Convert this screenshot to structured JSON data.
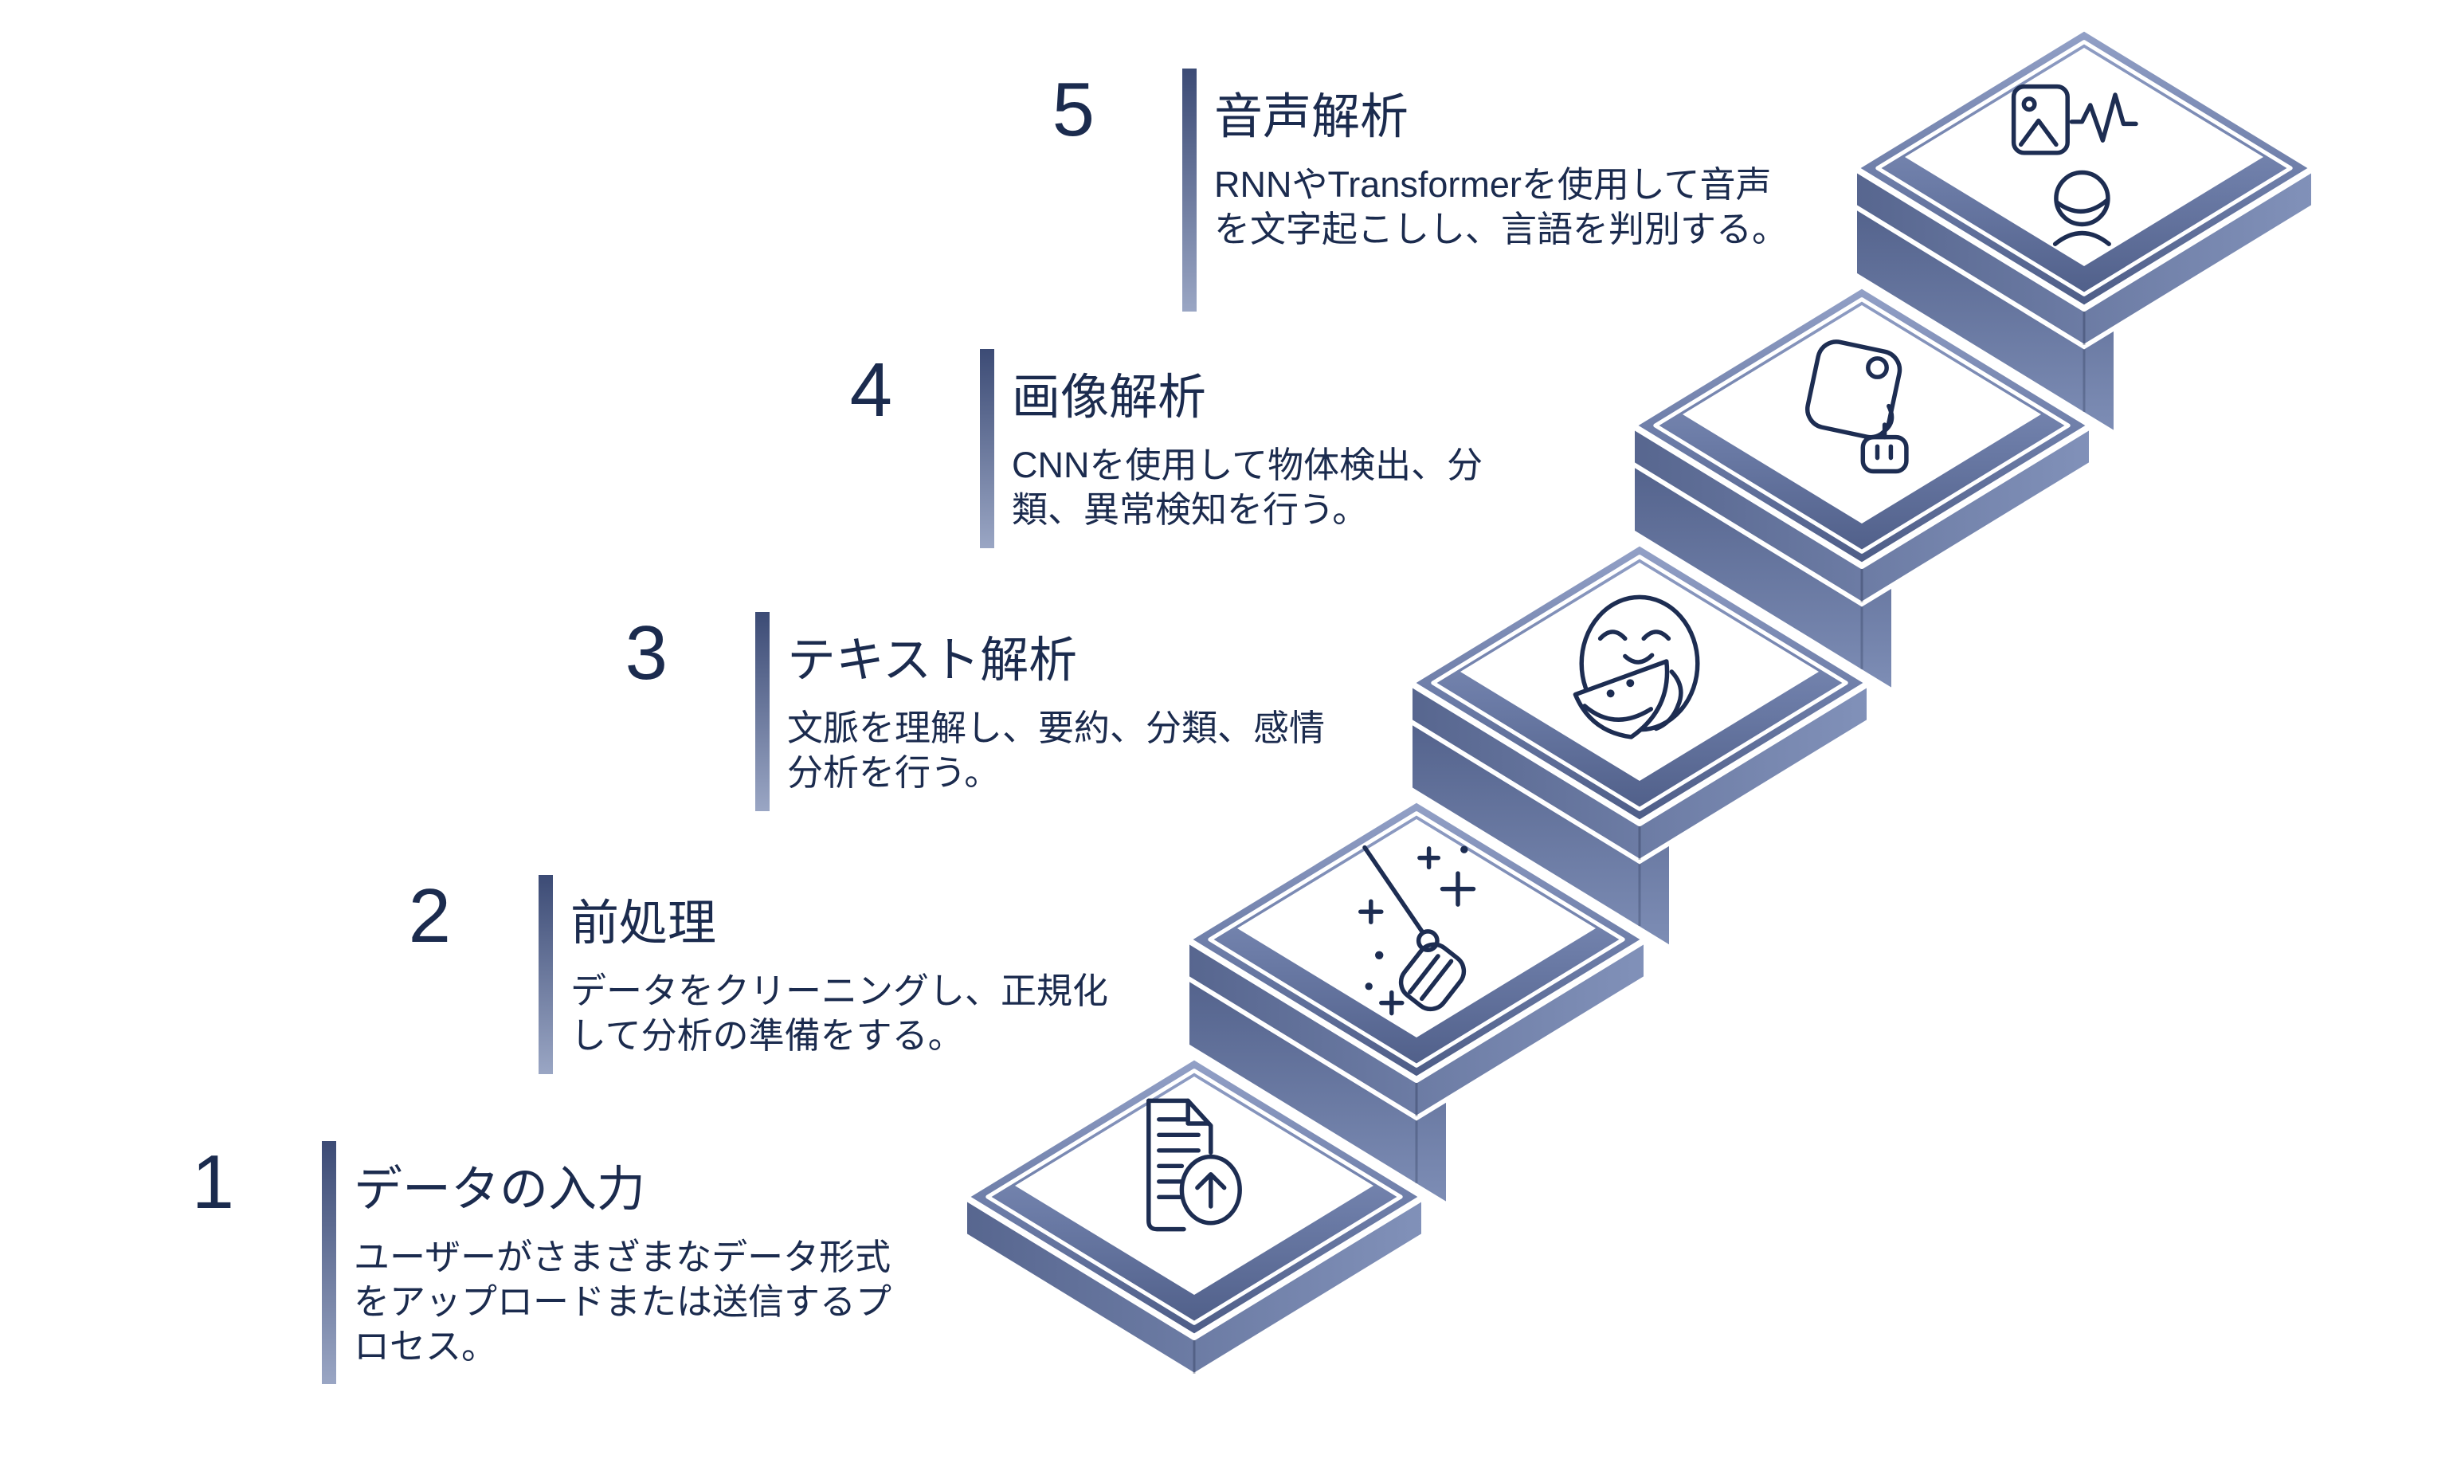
{
  "page": {
    "type": "step-process-diagram",
    "background": "#ffffff",
    "step_count": 5
  },
  "colors": {
    "text": "#1b2b4e",
    "icon_stroke": "#1d2d52",
    "frame_top": "#93a1c7",
    "frame_mid": "#6c7ca7",
    "frame_bottom": "#4d5c86",
    "rim_left": "#57668f",
    "rim_right": "#8191b9",
    "column_top": "#4c5b85",
    "column_bottom": "#7e8eb6",
    "bar_top": "#3c4b75",
    "bar_bottom": "#9aa6c4",
    "tile_face": "#ffffff",
    "gap_line": "#ffffff"
  },
  "steps": [
    {
      "number": "1",
      "title": "データの入力",
      "description": "ユーザーがさまざまなデータ形式をアップロードまたは送信するプロセス。",
      "icon": "document-upload-icon"
    },
    {
      "number": "2",
      "title": "前処理",
      "description": "データをクリーニングし、正規化して分析の準備をする。",
      "icon": "cleaning-broom-icon"
    },
    {
      "number": "3",
      "title": "テキスト解析",
      "description": "文脈を理解し、要約、分類、感情分析を行う。",
      "icon": "sentiment-face-icon"
    },
    {
      "number": "4",
      "title": "画像解析",
      "description": "CNNを使用して物体検出、分類、異常検知を行う。",
      "icon": "tag-labeling-icon"
    },
    {
      "number": "5",
      "title": "音声解析",
      "description": "RNNやTransformerを使用して音声を文字起こしし、言語を判別する。",
      "icon": "multimedia-audio-icon"
    }
  ]
}
